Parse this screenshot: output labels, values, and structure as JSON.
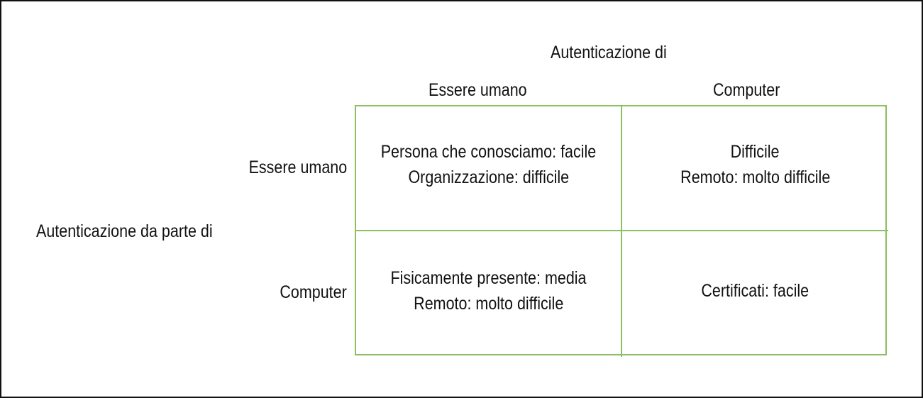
{
  "column_axis": {
    "title": "Autenticazione di",
    "headers": [
      "Essere umano",
      "Computer"
    ]
  },
  "row_axis": {
    "title": "Autenticazione da parte di",
    "headers": [
      "Essere umano",
      "Computer"
    ]
  },
  "cells": {
    "human_human": [
      "Persona che conosciamo: facile",
      "Organizzazione: difficile"
    ],
    "human_computer": [
      "Difficile",
      "Remoto: molto difficile"
    ],
    "computer_human": [
      "Fisicamente presente: media",
      "Remoto: molto difficile"
    ],
    "computer_computer": [
      "Certificati: facile"
    ]
  },
  "colors": {
    "grid_border": "#8bbf5f",
    "frame_border": "#111111",
    "text": "#111111"
  }
}
